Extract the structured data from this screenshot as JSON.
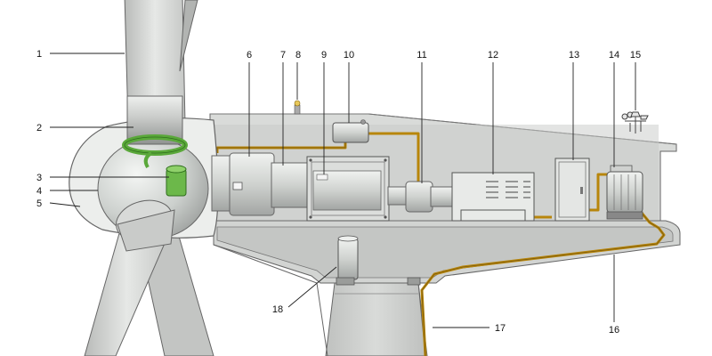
{
  "colors": {
    "background": "#ffffff",
    "nacelle": "#d4d6d4",
    "component": "#dcdedc",
    "cable": "#b8860b",
    "pitch_ring": "#5aa83a",
    "outline": "#555555"
  },
  "labels": [
    {
      "id": "1",
      "text": "1"
    },
    {
      "id": "2",
      "text": "2"
    },
    {
      "id": "3",
      "text": "3"
    },
    {
      "id": "4",
      "text": "4"
    },
    {
      "id": "5",
      "text": "5"
    },
    {
      "id": "6",
      "text": "6"
    },
    {
      "id": "7",
      "text": "7"
    },
    {
      "id": "8",
      "text": "8"
    },
    {
      "id": "9",
      "text": "9"
    },
    {
      "id": "10",
      "text": "10"
    },
    {
      "id": "11",
      "text": "11"
    },
    {
      "id": "12",
      "text": "12"
    },
    {
      "id": "13",
      "text": "13"
    },
    {
      "id": "14",
      "text": "14"
    },
    {
      "id": "15",
      "text": "15"
    },
    {
      "id": "16",
      "text": "16"
    },
    {
      "id": "17",
      "text": "17"
    },
    {
      "id": "18",
      "text": "18"
    }
  ]
}
